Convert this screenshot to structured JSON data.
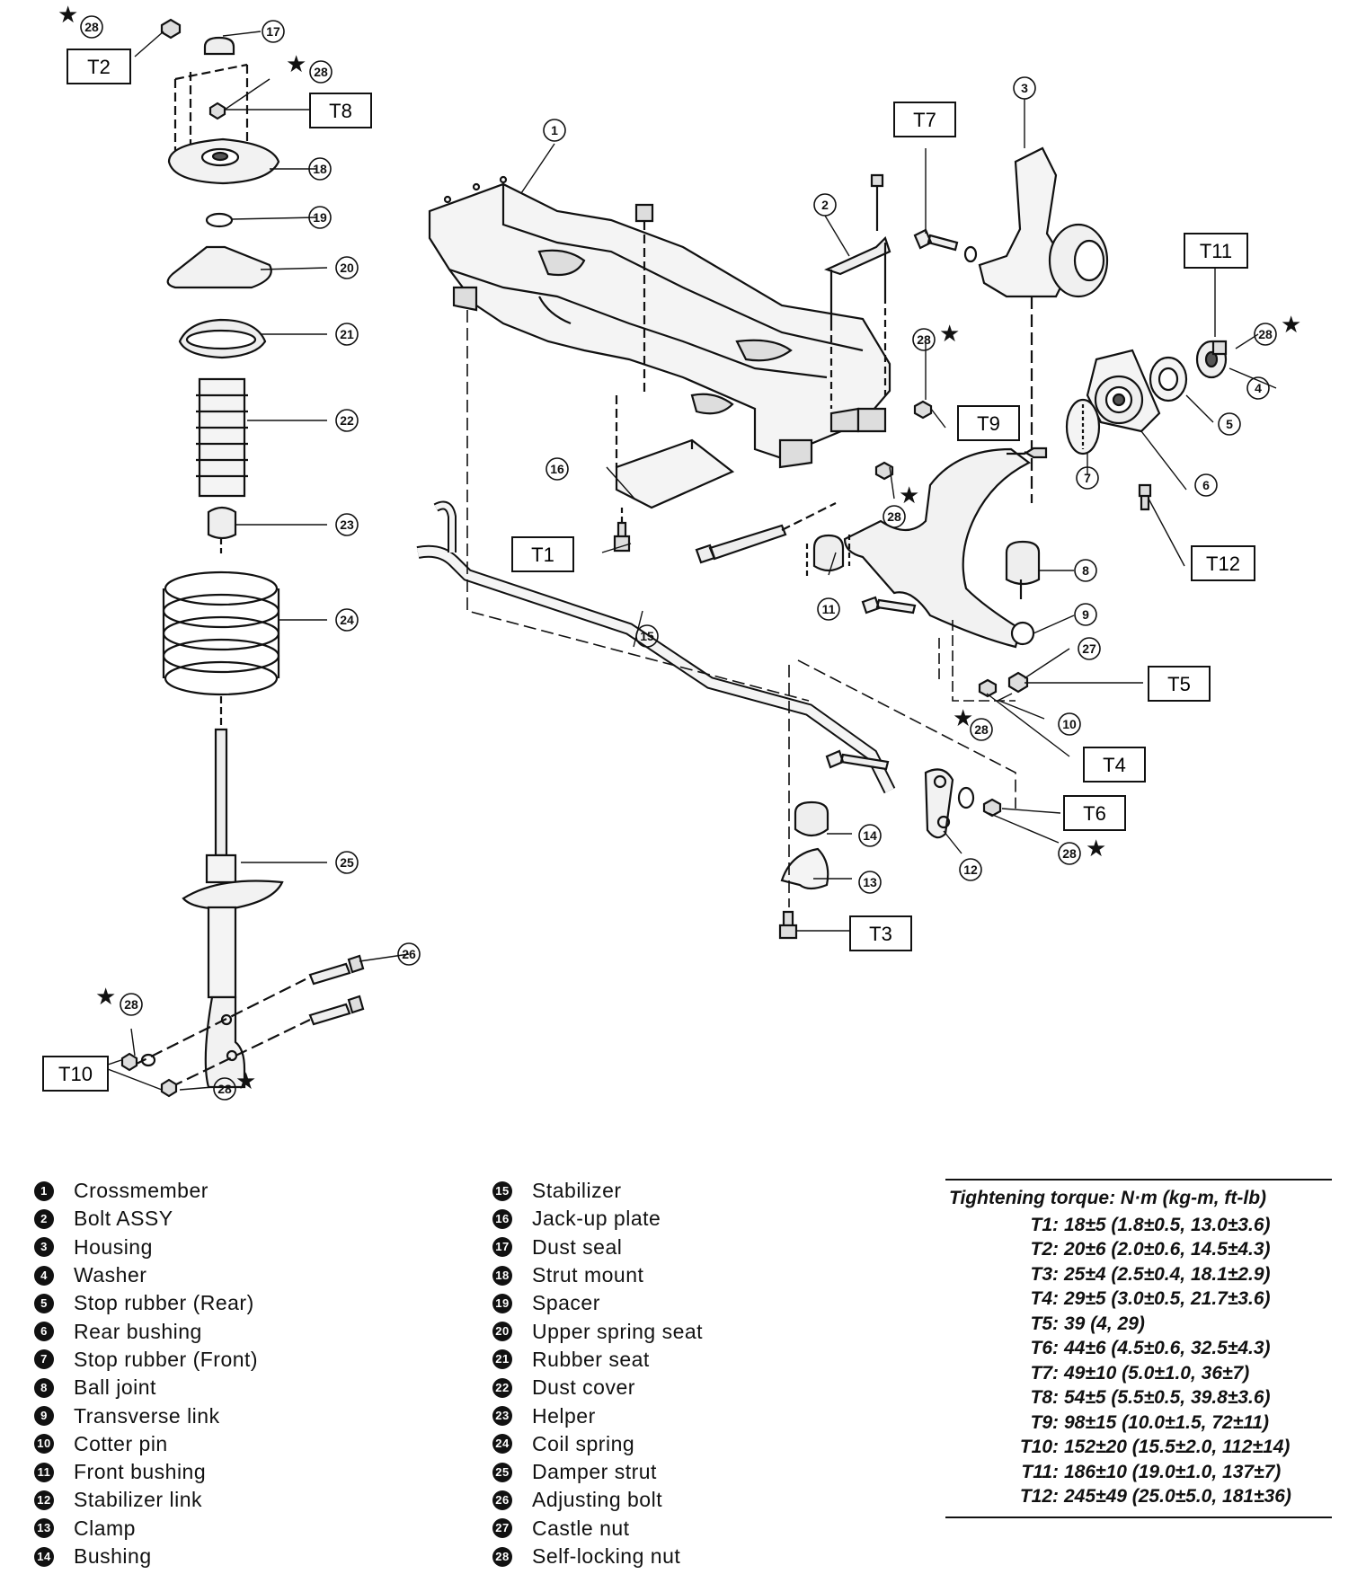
{
  "torque_boxes": [
    "T1",
    "T2",
    "T3",
    "T4",
    "T5",
    "T6",
    "T7",
    "T8",
    "T9",
    "T10",
    "T11",
    "T12"
  ],
  "callouts": [
    "1",
    "2",
    "3",
    "4",
    "5",
    "6",
    "7",
    "8",
    "9",
    "10",
    "11",
    "12",
    "13",
    "14",
    "15",
    "16",
    "17",
    "18",
    "19",
    "20",
    "21",
    "22",
    "23",
    "24",
    "25",
    "26",
    "27",
    "28"
  ],
  "star_symbol": "★",
  "legend": [
    {
      "num": "1",
      "label": "Crossmember"
    },
    {
      "num": "2",
      "label": "Bolt ASSY"
    },
    {
      "num": "3",
      "label": "Housing"
    },
    {
      "num": "4",
      "label": "Washer"
    },
    {
      "num": "5",
      "label": "Stop rubber (Rear)"
    },
    {
      "num": "6",
      "label": "Rear bushing"
    },
    {
      "num": "7",
      "label": "Stop rubber (Front)"
    },
    {
      "num": "8",
      "label": "Ball joint"
    },
    {
      "num": "9",
      "label": "Transverse link"
    },
    {
      "num": "10",
      "label": "Cotter pin"
    },
    {
      "num": "11",
      "label": "Front bushing"
    },
    {
      "num": "12",
      "label": "Stabilizer link"
    },
    {
      "num": "13",
      "label": "Clamp"
    },
    {
      "num": "14",
      "label": "Bushing"
    },
    {
      "num": "15",
      "label": "Stabilizer"
    },
    {
      "num": "16",
      "label": "Jack-up plate"
    },
    {
      "num": "17",
      "label": "Dust seal"
    },
    {
      "num": "18",
      "label": "Strut mount"
    },
    {
      "num": "19",
      "label": "Spacer"
    },
    {
      "num": "20",
      "label": "Upper spring seat"
    },
    {
      "num": "21",
      "label": "Rubber seat"
    },
    {
      "num": "22",
      "label": "Dust cover"
    },
    {
      "num": "23",
      "label": "Helper"
    },
    {
      "num": "24",
      "label": "Coil spring"
    },
    {
      "num": "25",
      "label": "Damper strut"
    },
    {
      "num": "26",
      "label": "Adjusting bolt"
    },
    {
      "num": "27",
      "label": "Castle nut"
    },
    {
      "num": "28",
      "label": "Self-locking nut"
    }
  ],
  "torque_table": {
    "title": "Tightening torque: N·m (kg-m, ft-lb)",
    "rows": [
      {
        "label": "T1:",
        "value": "18±5 (1.8±0.5, 13.0±3.6)"
      },
      {
        "label": "T2:",
        "value": "20±6 (2.0±0.6, 14.5±4.3)"
      },
      {
        "label": "T3:",
        "value": "25±4 (2.5±0.4, 18.1±2.9)"
      },
      {
        "label": "T4:",
        "value": "29±5 (3.0±0.5, 21.7±3.6)"
      },
      {
        "label": "T5:",
        "value": "39 (4, 29)"
      },
      {
        "label": "T6:",
        "value": "44±6 (4.5±0.6, 32.5±4.3)"
      },
      {
        "label": "T7:",
        "value": "49±10 (5.0±1.0, 36±7)"
      },
      {
        "label": "T8:",
        "value": "54±5 (5.5±0.5, 39.8±3.6)"
      },
      {
        "label": "T9:",
        "value": "98±15 (10.0±1.5, 72±11)"
      },
      {
        "label": "T10:",
        "value": "152±20 (15.5±2.0, 112±14)"
      },
      {
        "label": "T11:",
        "value": "186±10 (19.0±1.0, 137±7)"
      },
      {
        "label": "T12:",
        "value": "245±49 (25.0±5.0, 181±36)"
      }
    ]
  }
}
